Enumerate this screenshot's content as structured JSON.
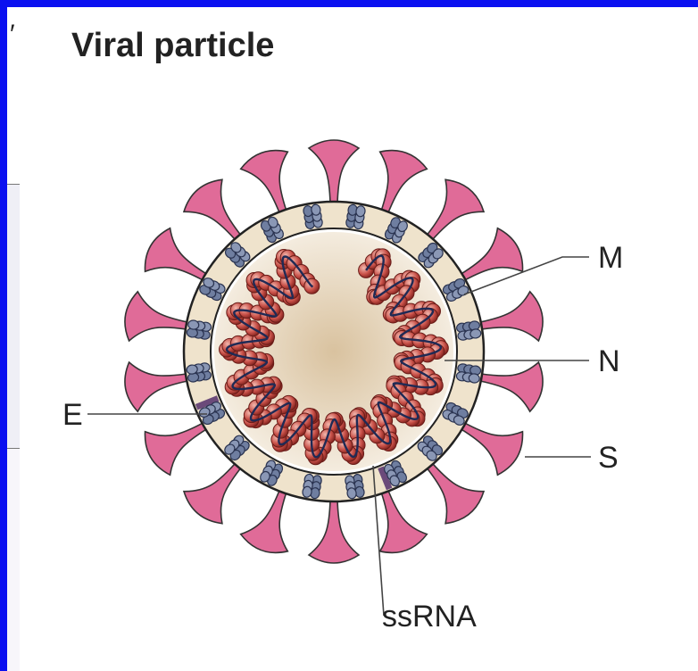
{
  "header": {
    "mark": "′",
    "title": "Viral particle"
  },
  "labels": {
    "membrane": "M",
    "nucleocapsid": "N",
    "envelope": "E",
    "spike": "S",
    "rna": "ssRNA"
  },
  "colors": {
    "background_border": "#0a10f0",
    "spike": "#e06b98",
    "envelope_band": "#efe3cc",
    "membrane_protein": "#6f7ea0",
    "rna_helix": "#b5413c",
    "core": "#e9d8bf"
  }
}
